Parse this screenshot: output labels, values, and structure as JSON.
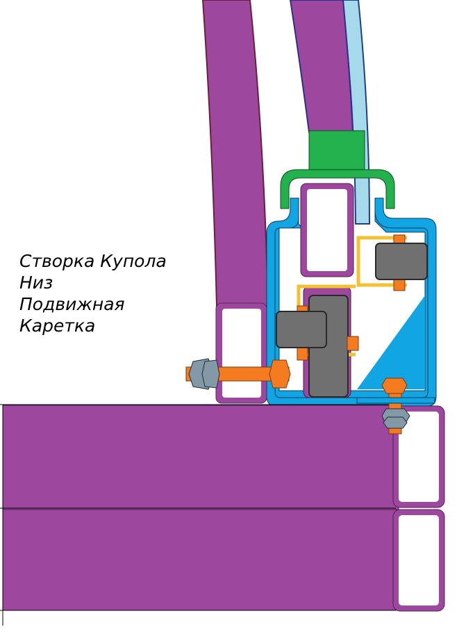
{
  "labels": {
    "line1": "Створка Купола",
    "line2": "Низ",
    "line3": "Подвижная",
    "line4": "Каретка"
  },
  "colors": {
    "frame_purple": "#9E479F",
    "frame_outline": "#4a1f4f",
    "carriage_blue": "#12A5E4",
    "glass_lightblue": "#A6D9EA",
    "seal_green": "#22B14C",
    "roller_gray": "#707070",
    "bracket_yellow": "#F2C230",
    "bolt_orange": "#F47B20",
    "nut_slate": "#8499A8",
    "background": "#FFFFFF"
  },
  "icons": {
    "bolt": "hex-bolt-icon",
    "roller": "roller-icon"
  }
}
